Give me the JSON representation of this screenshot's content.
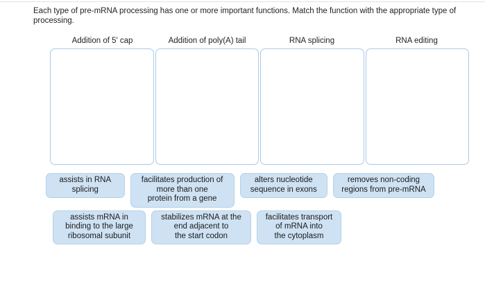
{
  "prompt": "Each type of pre-mRNA processing has one or more important functions. Match the function with the appropriate type of processing.",
  "columns": [
    {
      "header": "Addition of 5' cap"
    },
    {
      "header": "Addition of poly(A) tail"
    },
    {
      "header": "RNA splicing"
    },
    {
      "header": "RNA editing"
    }
  ],
  "tiles": {
    "row1": [
      {
        "label": "assists in RNA\nsplicing"
      },
      {
        "label": "facilitates production of\nmore than one\nprotein from a gene"
      },
      {
        "label": "alters nucleotide\nsequence in exons"
      },
      {
        "label": "removes non-coding\nregions from pre-mRNA"
      }
    ],
    "row2": [
      {
        "label": "assists mRNA in\nbinding to the large\nribosomal subunit"
      },
      {
        "label": "stabilizes mRNA at the\nend adjacent to\nthe start codon"
      },
      {
        "label": "facilitates transport\nof mRNA into\nthe cytoplasm"
      }
    ]
  },
  "colors": {
    "tile_fill": "#cfe2f3",
    "tile_border": "#b3d0e8",
    "zone_border": "#a9c9e8",
    "background": "#ffffff",
    "text": "#1a1a1a"
  }
}
